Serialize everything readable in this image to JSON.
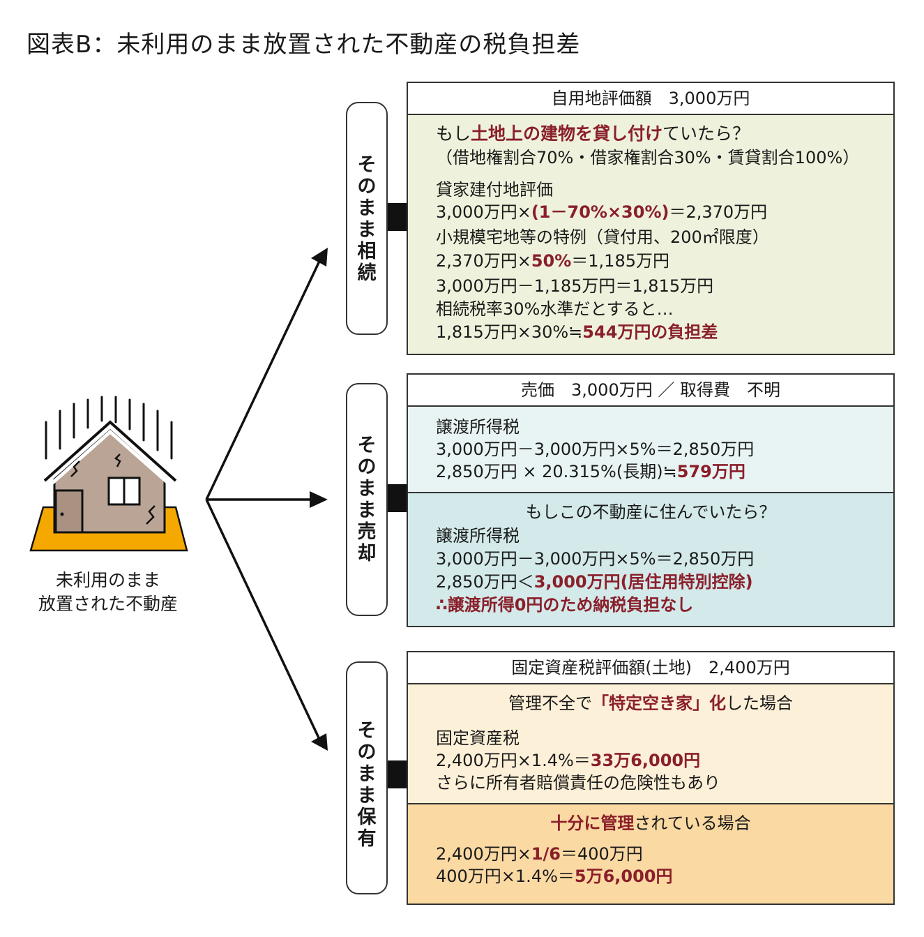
{
  "title": "図表B：未利用のまま放置された不動産の税負担差",
  "caption": {
    "line1": "未利用のまま",
    "line2": "放置された不動産"
  },
  "colors": {
    "accent": "#8a1f2a",
    "green": "#eef2dc",
    "blue1": "#e8f3f3",
    "blue2": "#d3e9ea",
    "orange1": "#fdf0d8",
    "orange2": "#fad9a3",
    "house": "#b9a495",
    "ground": "#f5a800"
  },
  "icons": {
    "house": "house-icon",
    "arrow": "arrow-icon"
  },
  "branches": [
    {
      "label": [
        "そ",
        "の",
        "ま",
        "ま",
        "相",
        "続"
      ]
    },
    {
      "label": [
        "そ",
        "の",
        "ま",
        "ま",
        "売",
        "却"
      ]
    },
    {
      "label": [
        "そ",
        "の",
        "ま",
        "ま",
        "保",
        "有"
      ]
    }
  ],
  "inherit": {
    "header": "自用地評価額　3,000万円",
    "l1a": "もし",
    "l1b": "土地上の建物を貸し付け",
    "l1c": "ていたら？",
    "l2": "（借地権割合70%・借家権割合30%・賃貸割合100%）",
    "l3": "貸家建付地評価",
    "l4a": "3,000万円×",
    "l4b": "(1－70%×30%)",
    "l4c": "＝2,370万円",
    "l5": "小規模宅地等の特例（貸付用、200㎡限度）",
    "l6a": "2,370万円×",
    "l6b": "50%",
    "l6c": "＝1,185万円",
    "l7": "3,000万円－1,185万円＝1,815万円",
    "l8": "相続税率30%水準だとすると…",
    "l9a": "1,815万円×30%≒",
    "l9b": "544万円の負担差"
  },
  "sell": {
    "header": "売価　3,000万円 ／ 取得費　不明",
    "a1": "譲渡所得税",
    "a2": "3,000万円－3,000万円×5%＝2,850万円",
    "a3a": "2,850万円 × 20.315%(長期)≒",
    "a3b": "579万円",
    "b0": "もしこの不動産に住んでいたら？",
    "b1": "譲渡所得税",
    "b2": "3,000万円－3,000万円×5%＝2,850万円",
    "b3a": "2,850万円＜",
    "b3b": "3,000万円(居住用特別控除)",
    "b4": "∴譲渡所得0円のため納税負担なし"
  },
  "hold": {
    "header": "固定資産税評価額(土地)　2,400万円",
    "a0a": "管理不全で",
    "a0b": "「特定空き家」化",
    "a0c": "した場合",
    "a1": "固定資産税",
    "a2a": "2,400万円×1.4%＝",
    "a2b": "33万6,000円",
    "a3": "さらに所有者賠償責任の危険性もあり",
    "b0a": "十分に管理",
    "b0b": "されている場合",
    "b1a": "2,400万円×",
    "b1b": "1/6",
    "b1c": "＝400万円",
    "b2a": "400万円×1.4%＝",
    "b2b": "5万6,000円"
  }
}
